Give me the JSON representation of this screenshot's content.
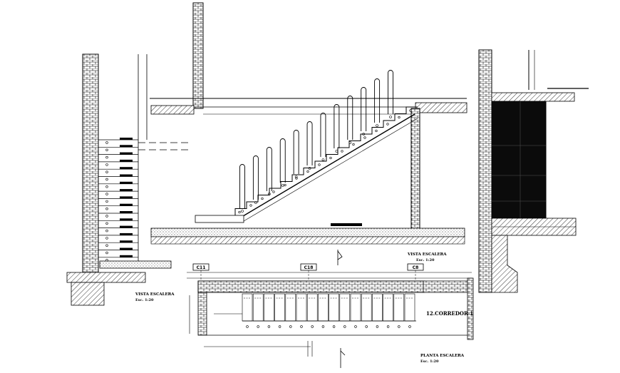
{
  "drawing": {
    "left_view": {
      "title": "VISTA ESCALERA",
      "scale": "Esc. 1:20"
    },
    "main_view": {
      "title": "VISTA ESCALERA",
      "scale": "Esc. 1:20"
    },
    "plan_view": {
      "title": "PLANTA ESCALERA",
      "scale": "Esc. 1:20"
    },
    "room_label": "12.CORREDOR 1",
    "column_tags": [
      "C11",
      "C18",
      "C8"
    ]
  },
  "colors": {
    "line": "#000000",
    "background": "#ffffff"
  }
}
